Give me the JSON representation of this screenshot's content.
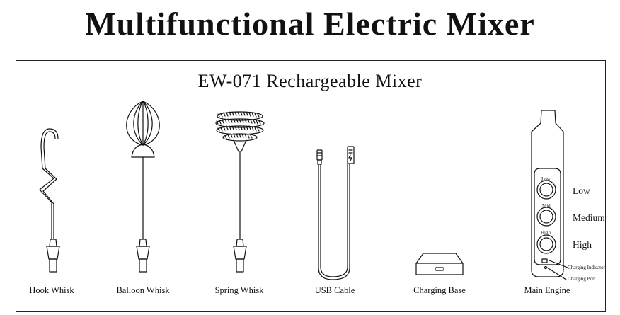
{
  "title": "Multifunctional Electric Mixer",
  "subtitle": "EW-071 Rechargeable Mixer",
  "items": [
    {
      "label": "Hook Whisk"
    },
    {
      "label": "Balloon Whisk"
    },
    {
      "label": "Spring Whisk"
    },
    {
      "label": "USB Cable"
    },
    {
      "label": "Charging Base"
    },
    {
      "label": "Main Engine"
    }
  ],
  "main_engine": {
    "button_labels": [
      "Low",
      "Mid",
      "High"
    ],
    "speed_labels": [
      "Low",
      "Medium",
      "High"
    ],
    "charging_indicator": "Charging Indicator",
    "charging_port": "Charging Port"
  },
  "colors": {
    "ink": "#111111",
    "background": "#ffffff"
  }
}
